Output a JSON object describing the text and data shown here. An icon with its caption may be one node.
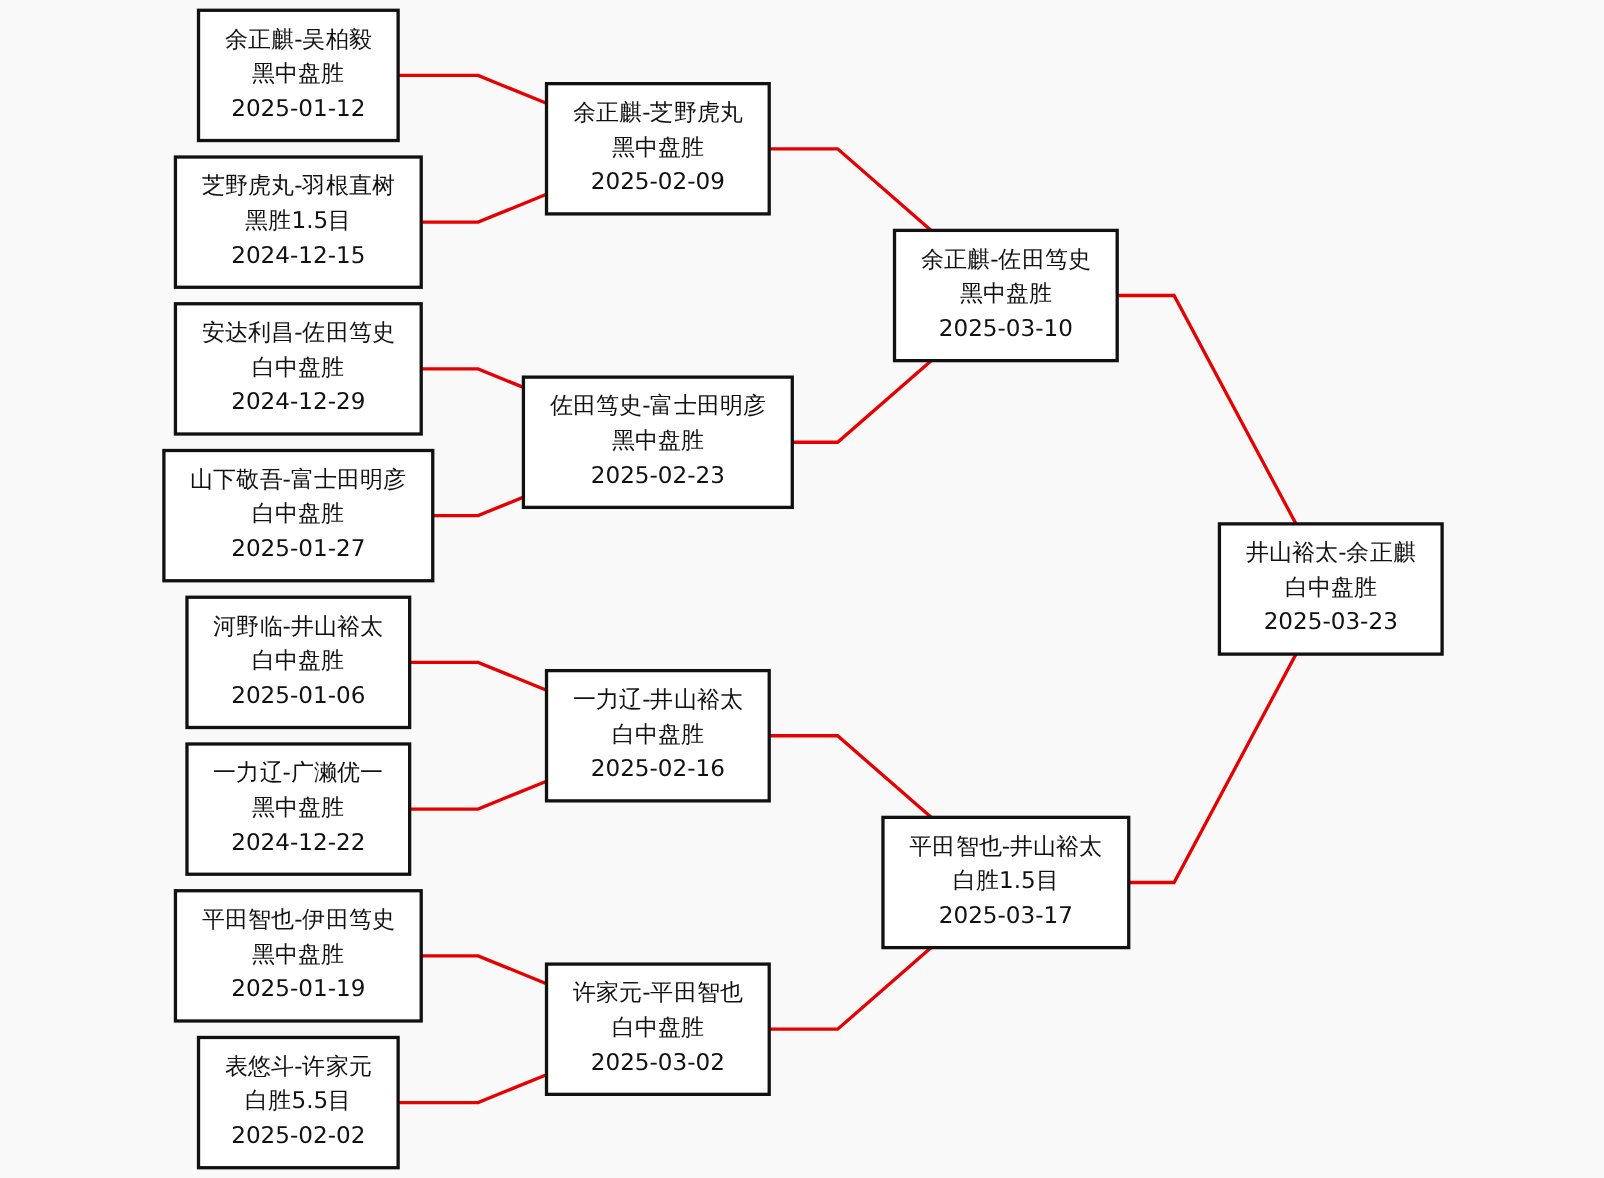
{
  "diagram": {
    "nodes": [
      {
        "text": [
          "余正麒-吴柏毅",
          "黑中盘胜",
          "2025-01-12"
        ]
      },
      {
        "text": [
          "芝野虎丸-羽根直树",
          "黑胜1.5目",
          "2024-12-15"
        ]
      },
      {
        "text": [
          "安达利昌-佐田笃史",
          "白中盘胜",
          "2024-12-29"
        ]
      },
      {
        "text": [
          "山下敬吾-富士田明彦",
          "白中盘胜",
          "2025-01-27"
        ]
      },
      {
        "text": [
          "河野临-井山裕太",
          "白中盘胜",
          "2025-01-06"
        ]
      },
      {
        "text": [
          "一力辽-广濑优一",
          "黑中盘胜",
          "2024-12-22"
        ]
      },
      {
        "text": [
          "平田智也-伊田笃史",
          "黑中盘胜",
          "2025-01-19"
        ]
      },
      {
        "text": [
          "表悠斗-许家元",
          "白胜5.5目",
          "2025-02-02"
        ]
      },
      {
        "text": [
          "余正麒-芝野虎丸",
          "黑中盘胜",
          "2025-02-09"
        ]
      },
      {
        "text": [
          "佐田笃史-富士田明彦",
          "黑中盘胜",
          "2025-02-23"
        ]
      },
      {
        "text": [
          "一力辽-井山裕太",
          "白中盘胜",
          "2025-02-16"
        ]
      },
      {
        "text": [
          "许家元-平田智也",
          "白中盘胜",
          "2025-03-02"
        ]
      },
      {
        "text": [
          "余正麒-佐田笃史",
          "黑中盘胜",
          "2025-03-10"
        ]
      },
      {
        "text": [
          "平田智也-井山裕太",
          "白胜1.5目",
          "2025-03-17"
        ]
      },
      {
        "text": [
          "井山裕太-余正麒",
          "白中盘胜",
          "2025-03-23"
        ]
      }
    ],
    "edges": [
      {
        "from": 0,
        "to": 8,
        "arrow": "none"
      },
      {
        "from": 1,
        "to": 8,
        "arrow": "none"
      },
      {
        "from": 2,
        "to": 9,
        "arrow": "none"
      },
      {
        "from": 3,
        "to": 9,
        "arrow": "none"
      },
      {
        "from": 4,
        "to": 10,
        "arrow": "none"
      },
      {
        "from": 5,
        "to": 10,
        "arrow": "none"
      },
      {
        "from": 6,
        "to": 11,
        "arrow": "none"
      },
      {
        "from": 7,
        "to": 11,
        "arrow": "none"
      },
      {
        "from": 8,
        "to": 12,
        "arrow": "none"
      },
      {
        "from": 9,
        "to": 12,
        "arrow": "none"
      },
      {
        "from": 10,
        "to": 13,
        "arrow": "none"
      },
      {
        "from": 11,
        "to": 13,
        "arrow": "none"
      },
      {
        "from": 12,
        "to": 14,
        "arrow": "none"
      },
      {
        "from": 13,
        "to": 14,
        "arrow": "none"
      }
    ]
  }
}
